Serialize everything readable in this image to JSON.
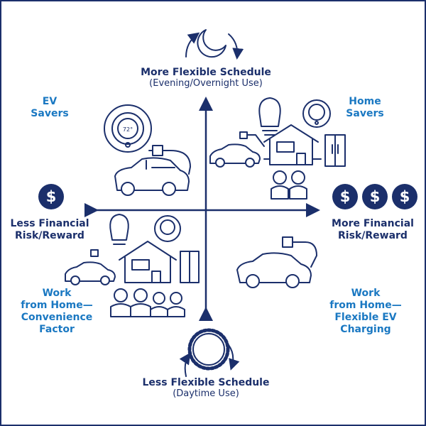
{
  "colors": {
    "navy": "#1b2f6b",
    "blue": "#1a78c2"
  },
  "axes": {
    "top": {
      "title": "More Flexible Schedule",
      "subtitle": "(Evening/Overnight Use)",
      "icon": "moon-icon"
    },
    "bottom": {
      "title": "Less Flexible Schedule",
      "subtitle": "(Daytime Use)",
      "icon": "sun-icon"
    },
    "left": {
      "title_line1": "Less Financial",
      "title_line2": "Risk/Reward",
      "dollar_count": 1
    },
    "right": {
      "title_line1": "More Financial",
      "title_line2": "Risk/Reward",
      "dollar_count": 3
    }
  },
  "dollar_symbol": "$",
  "quadrants": {
    "top_left": {
      "line1": "EV",
      "line2": "Savers"
    },
    "top_right": {
      "line1": "Home",
      "line2": "Savers"
    },
    "bottom_left": {
      "line1": "Work",
      "line2": "from Home—",
      "line3": "Convenience",
      "line4": "Factor"
    },
    "bottom_right": {
      "line1": "Work",
      "line2": "from Home—",
      "line3": "Flexible EV",
      "line4": "Charging"
    }
  },
  "thermostat_temp": "72°"
}
